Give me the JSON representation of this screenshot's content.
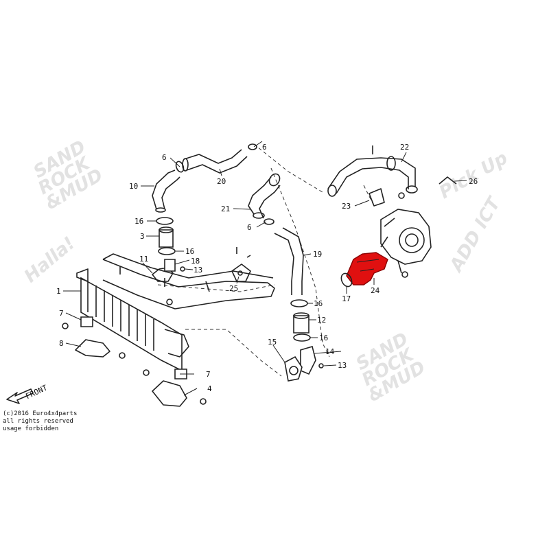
{
  "callouts": {
    "c1": "1",
    "c3": "3",
    "c4": "4",
    "c6a": "6",
    "c6b": "6",
    "c6c": "6",
    "c7a": "7",
    "c7b": "7",
    "c8": "8",
    "c10": "10",
    "c11": "11",
    "c12": "12",
    "c13a": "13",
    "c13b": "13",
    "c14": "14",
    "c15": "15",
    "c16a": "16",
    "c16b": "16",
    "c16c": "16",
    "c16d": "16",
    "c17": "17",
    "c18": "18",
    "c19": "19",
    "c20": "20",
    "c21": "21",
    "c22": "22",
    "c23": "23",
    "c24": "24",
    "c25": "25",
    "c26": "26"
  },
  "front_label": "FRONT",
  "copyright": {
    "line1": "(c)2016 Euro4x4parts",
    "line2": "all rights reserved",
    "line3": "usage forbidden"
  },
  "highlight_color": "#e01010"
}
